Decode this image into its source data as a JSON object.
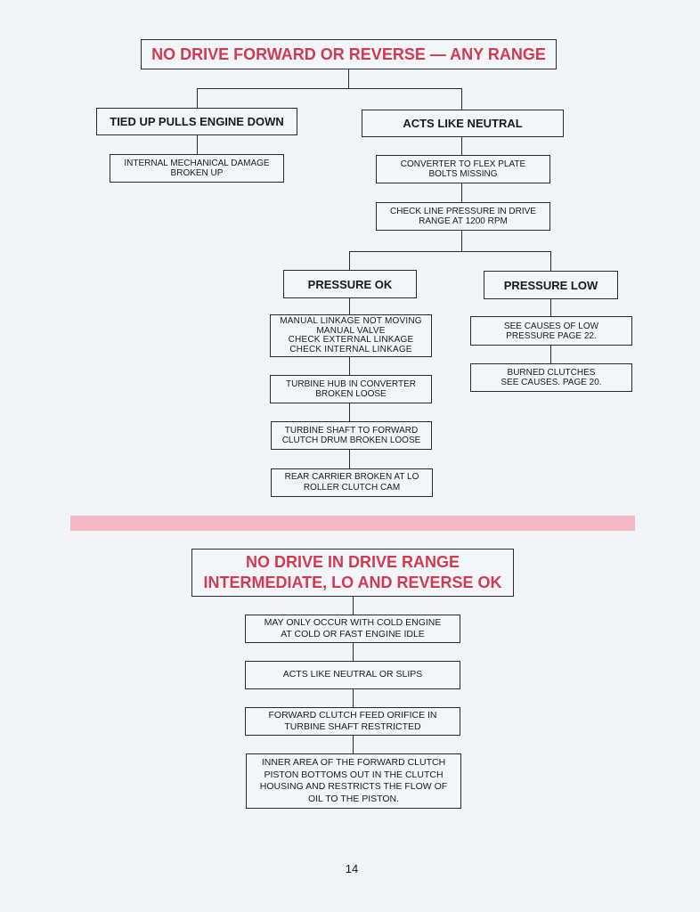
{
  "section1": {
    "title": "NO DRIVE FORWARD OR REVERSE — ANY RANGE",
    "tied_up": "TIED UP PULLS ENGINE DOWN",
    "internal_damage": "INTERNAL MECHANICAL DAMAGE\nBROKEN UP",
    "acts_neutral": "ACTS LIKE NEUTRAL",
    "converter": "CONVERTER TO FLEX PLATE\nBOLTS MISSING",
    "check_pressure": "CHECK LINE PRESSURE IN DRIVE\nRANGE AT 1200 RPM",
    "pressure_ok": "PRESSURE OK",
    "pressure_low": "PRESSURE LOW",
    "manual_linkage": "MANUAL LINKAGE NOT MOVING\nMANUAL VALVE\nCHECK EXTERNAL LINKAGE\nCHECK INTERNAL LINKAGE",
    "turbine_hub": "TURBINE HUB IN CONVERTER\nBROKEN LOOSE",
    "turbine_shaft": "TURBINE SHAFT TO FORWARD\nCLUTCH DRUM BROKEN LOOSE",
    "rear_carrier": "REAR CARRIER BROKEN AT LO\nROLLER CLUTCH CAM",
    "low_causes": "SEE CAUSES OF LOW\nPRESSURE PAGE 22.",
    "burned_clutches": "BURNED CLUTCHES\nSEE CAUSES. PAGE 20."
  },
  "section2": {
    "title": "NO DRIVE IN DRIVE RANGE\nINTERMEDIATE, LO AND REVERSE OK",
    "cold_engine": "MAY ONLY OCCUR WITH COLD ENGINE\nAT COLD OR FAST ENGINE IDLE",
    "neutral_slips": "ACTS LIKE NEUTRAL OR SLIPS",
    "orifice": "FORWARD CLUTCH FEED ORIFICE IN\nTURBINE SHAFT RESTRICTED",
    "piston": "INNER AREA OF THE FORWARD CLUTCH\nPISTON BOTTOMS OUT IN THE CLUTCH\nHOUSING AND RESTRICTS THE FLOW OF\nOIL TO THE PISTON."
  },
  "page_number": "14",
  "colors": {
    "title_red": "#d23a52",
    "divider_pink": "#f4b8c4",
    "background": "#f1f4f8"
  }
}
